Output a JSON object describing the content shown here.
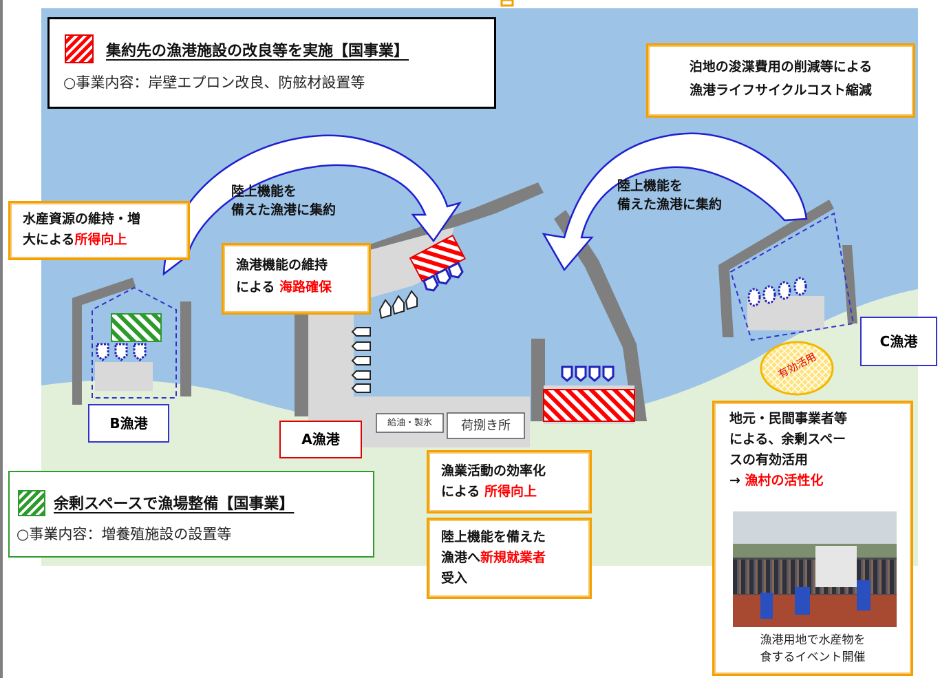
{
  "legend_red": {
    "title": "集約先の漁港施設の改良等を実施【国事業】",
    "detail": "○事業内容：岸壁エプロン改良、防舷材設置等"
  },
  "legend_green": {
    "title": "余剰スペースで漁場整備【国事業】",
    "detail": "○事業内容：増養殖施設の設置等"
  },
  "lifecycle": {
    "line1": "泊地の浚渫費用の削減等による",
    "line2": "漁港ライフサイクルコスト縮減"
  },
  "fishery_resources": {
    "line1": "水産資源の維持・増",
    "line2a": "大による",
    "line2b": "所得向上"
  },
  "arrow_left_label": {
    "line1": "陸上機能を",
    "line2": "備えた漁港に集約"
  },
  "arrow_right_label": {
    "line1": "陸上機能を",
    "line2": "備えた漁港に集約"
  },
  "sea_route": {
    "line1": "漁港機能の維持",
    "line2a": "による ",
    "line2b": "海路確保"
  },
  "efficiency": {
    "line1": "漁業活動の効率化",
    "line2a": "による ",
    "line2b": "所得向上"
  },
  "newcomers": {
    "line1": "陸上機能を備えた",
    "line2a": "漁港へ",
    "line2b": "新規就業者",
    "line3": "受入"
  },
  "local_use": {
    "line1": "地元・民間事業者等",
    "line2": "による、余剰スペー",
    "line3": "スの有効活用",
    "line4a": "→ ",
    "line4b": "漁村の活性化",
    "caption1": "漁港用地で水産物を",
    "caption2": "食するイベント開催"
  },
  "ports": {
    "a": "A漁港",
    "b": "B漁港",
    "c": "C漁港"
  },
  "buildings": {
    "fuel_ice": "給油・製氷",
    "handling": "荷捌き所"
  },
  "effective_use": "有効活用",
  "colors": {
    "sea": "#9dc3e6",
    "land": "#e2f0d9",
    "breakwater": "#7f7f7f",
    "quay": "#d9d9d9",
    "orange_border": "#f2a100",
    "arrow_blue": "#1f1fd0",
    "red_hatch": "#ff0000",
    "green_hatch": "#2e9a2e",
    "port_red": "#e00000",
    "port_blue": "#3333cc"
  }
}
